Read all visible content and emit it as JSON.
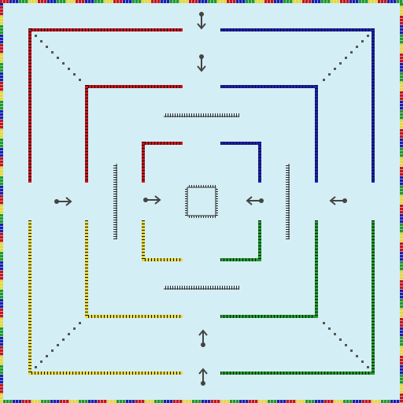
{
  "game": {
    "board_background": "#d4eef5",
    "quadrant_colors": {
      "top_left": "#c8141c",
      "top_right": "#1a1fb0",
      "bottom_left": "#e8d83a",
      "bottom_right": "#1f9a2a"
    },
    "frame_palette": [
      "#c8141c",
      "#1a1fb0",
      "#1f9a2a",
      "#e8d83a"
    ],
    "wall_dark": "#111111",
    "grate_color": "#2a2a2a",
    "arrow_color": "#444444",
    "arrows": [
      {
        "name": "arrow-down-top-outer",
        "direction": "down"
      },
      {
        "name": "arrow-down-top-inner",
        "direction": "down"
      },
      {
        "name": "arrow-right-left-outer",
        "direction": "right"
      },
      {
        "name": "arrow-right-left-inner",
        "direction": "right"
      },
      {
        "name": "arrow-left-right-inner",
        "direction": "left"
      },
      {
        "name": "arrow-left-right-outer",
        "direction": "left"
      },
      {
        "name": "arrow-up-bottom-inner",
        "direction": "up"
      },
      {
        "name": "arrow-up-bottom-outer",
        "direction": "up"
      }
    ]
  }
}
